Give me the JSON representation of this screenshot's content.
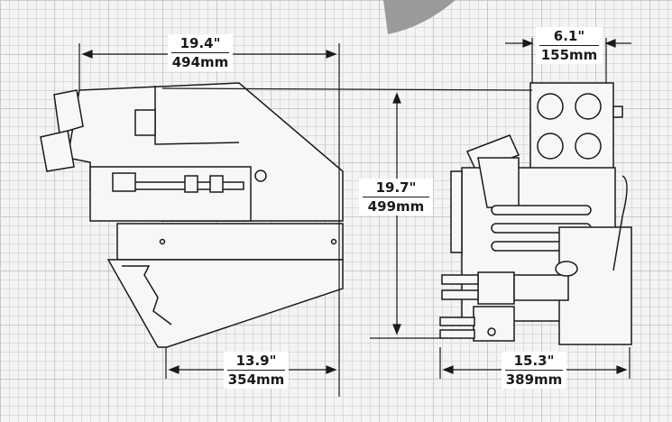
{
  "dimensions": {
    "side_width": {
      "imperial": "19.4\"",
      "metric": "494mm"
    },
    "top_width": {
      "imperial": "6.1\"",
      "metric": "155mm"
    },
    "height": {
      "imperial": "19.7\"",
      "metric": "499mm"
    },
    "base_depth": {
      "imperial": "13.9\"",
      "metric": "354mm"
    },
    "base_width": {
      "imperial": "15.3\"",
      "metric": "389mm"
    }
  },
  "colors": {
    "line": "#1a1a1a",
    "part_fill": "#f7f7f7",
    "shade": "#9a9a9a"
  }
}
